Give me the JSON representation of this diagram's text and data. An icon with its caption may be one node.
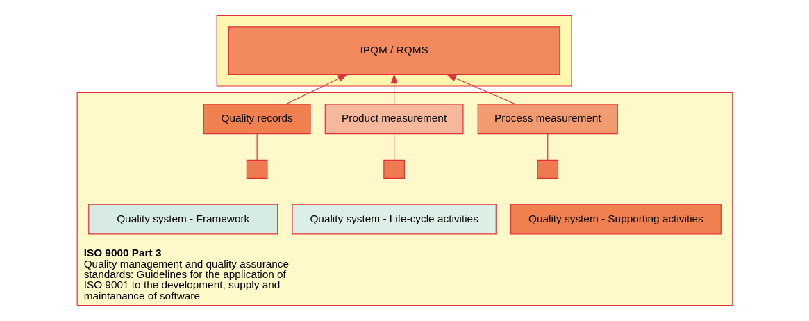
{
  "diagram": {
    "nodes": [
      {
        "text": [],
        "shape": "box"
      },
      {
        "text": [
          "IPQM / RQMS"
        ],
        "in": 0
      },
      {
        "text": [
          "ISO 9000 Part 3",
          "Quality management and quality assurance standards: Guidelines for the application of ISO 9001 to the development, supply and maintanance of software"
        ]
      },
      {
        "text": [
          "Quality records"
        ],
        "in": 2
      },
      {
        "text": [
          "Product measurement"
        ],
        "in": 2
      },
      {
        "text": [
          "Process measurement"
        ],
        "in": 2
      },
      {
        "text": [],
        "shape": "box",
        "in": 2
      },
      {
        "text": [],
        "shape": "box",
        "in": 2
      },
      {
        "text": [],
        "shape": "box",
        "in": 2
      },
      {
        "text": [
          "Quality system - Framework"
        ],
        "in": 2
      },
      {
        "text": [
          "Quality system - Life-cycle activities"
        ],
        "in": 2
      },
      {
        "text": [
          "Quality system - Supporting activities"
        ],
        "in": 2
      }
    ],
    "edges": [
      {
        "from": 3,
        "to": 1,
        "arrow": "to"
      },
      {
        "from": 4,
        "to": 1,
        "arrow": "to"
      },
      {
        "from": 5,
        "to": 1,
        "arrow": "to"
      },
      {
        "from": 6,
        "to": 3,
        "arrow": "none"
      },
      {
        "from": 7,
        "to": 4,
        "arrow": "none"
      },
      {
        "from": 8,
        "to": 5,
        "arrow": "none"
      }
    ]
  }
}
